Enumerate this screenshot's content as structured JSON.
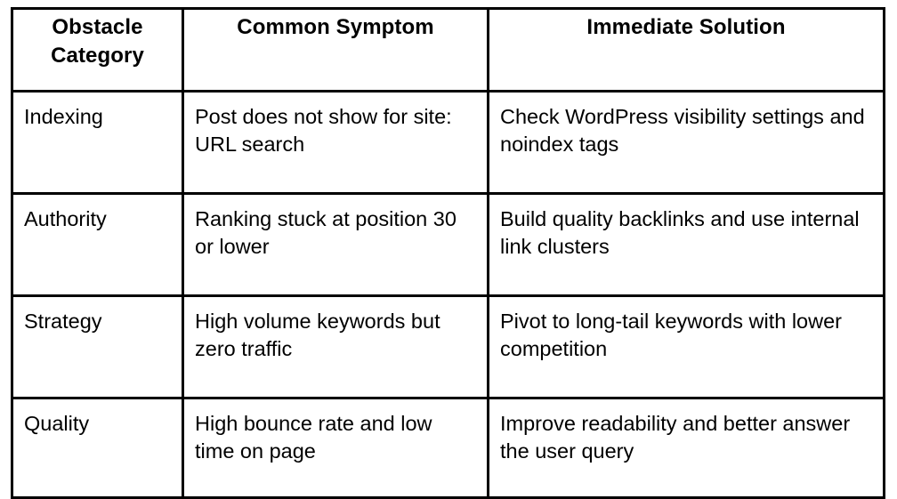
{
  "table": {
    "name": "seo-obstacle-troubleshooting-table",
    "columns": [
      {
        "key": "category",
        "label": "Obstacle Category"
      },
      {
        "key": "symptom",
        "label": "Common Symptom"
      },
      {
        "key": "solution",
        "label": "Immediate Solution"
      }
    ],
    "rows": [
      {
        "category": "Indexing",
        "symptom": "Post does not show for site: URL search",
        "solution": "Check WordPress visibility settings and noindex tags"
      },
      {
        "category": "Authority",
        "symptom": "Ranking stuck at position 30 or lower",
        "solution": "Build quality backlinks and use internal link clusters"
      },
      {
        "category": "Strategy",
        "symptom": "High volume keywords but zero traffic",
        "solution": "Pivot to long-tail keywords with lower competition"
      },
      {
        "category": "Quality",
        "symptom": "High bounce rate and low time on page",
        "solution": "Improve readability and better answer the user query"
      }
    ],
    "style": {
      "border_color": "#000000",
      "text_color": "#000000",
      "background_color": "#ffffff"
    }
  }
}
